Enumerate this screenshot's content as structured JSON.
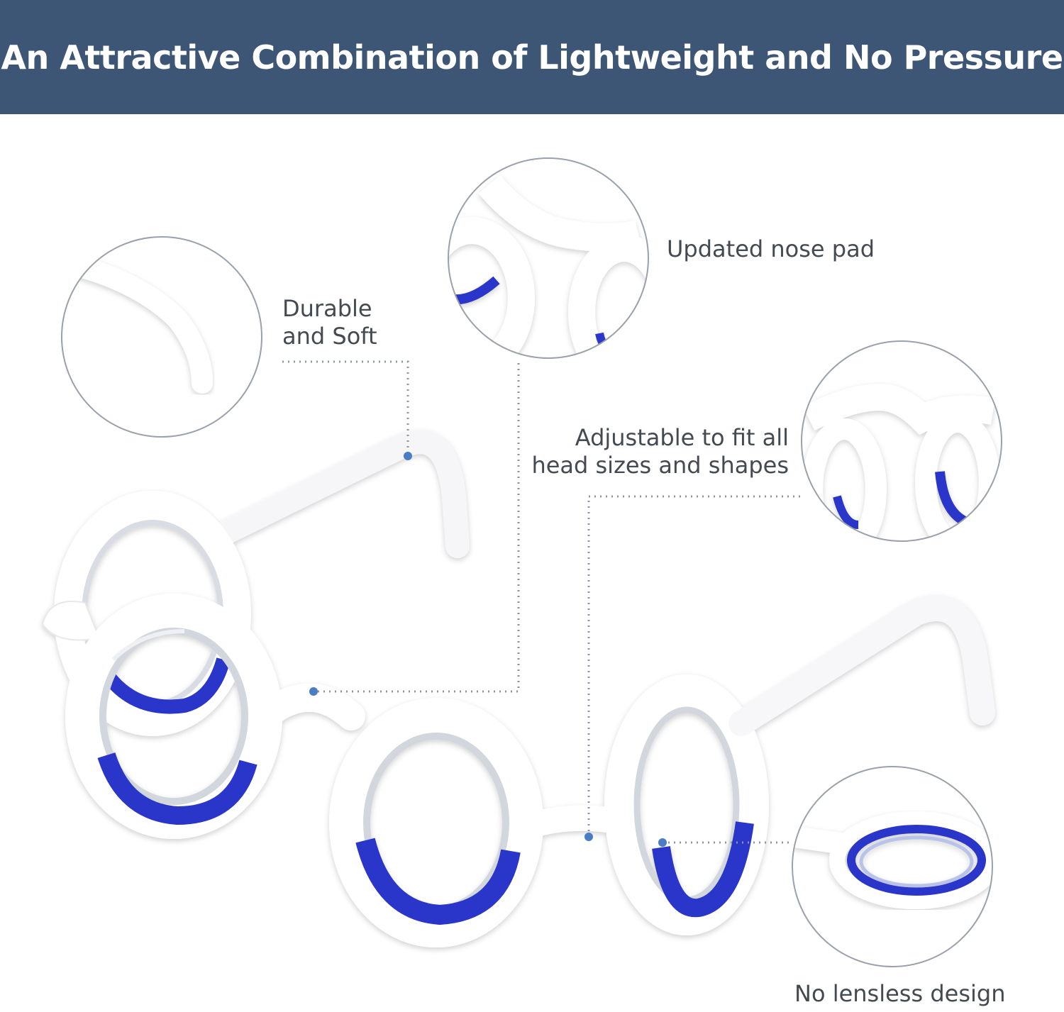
{
  "banner": {
    "title": "An Attractive Combination of Lightweight and No Pressure",
    "background": "#3e5675"
  },
  "features": [
    {
      "lines": [
        "Durable",
        "and Soft"
      ],
      "icon": "temple-tip-closeup"
    },
    {
      "lines": [
        "Updated nose pad"
      ],
      "icon": "nose-pad-closeup"
    },
    {
      "lines": [
        "Adjustable to fit all",
        "head sizes and shapes"
      ],
      "icon": "bridge-closeup"
    },
    {
      "lines": [
        "No lensless design"
      ],
      "icon": "lens-ring-closeup"
    }
  ],
  "colors": {
    "frame": "#ffffff",
    "liquid": "#2a35c9",
    "callout_line": "#8f96a3",
    "callout_dot": "#4a7dc4",
    "text": "#444a52"
  }
}
